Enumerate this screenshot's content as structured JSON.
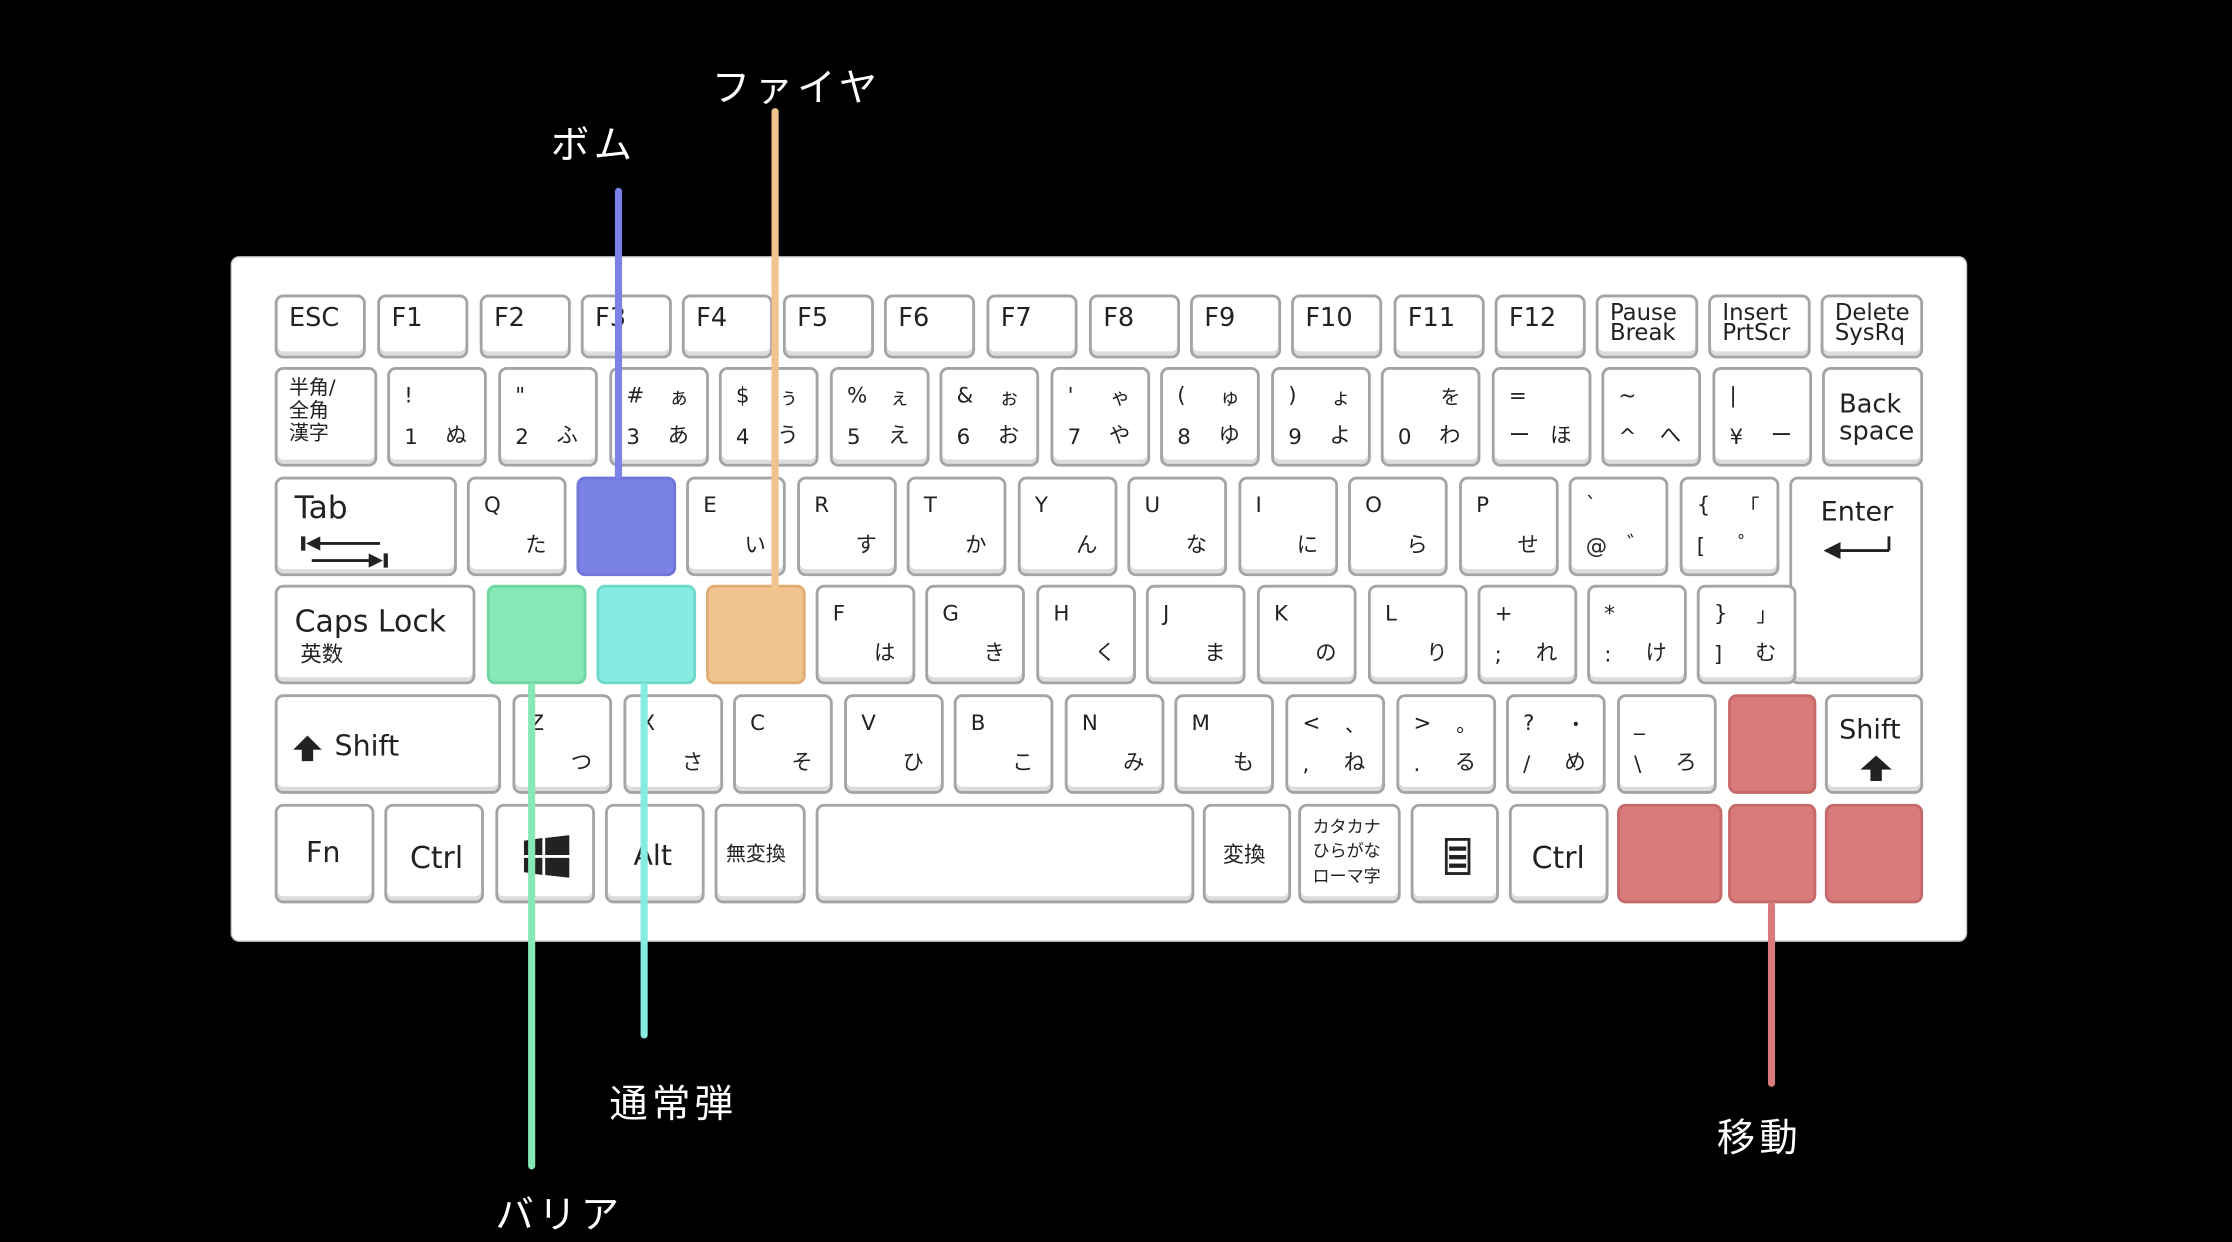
{
  "callouts": {
    "fire": {
      "label": "ファイヤ",
      "color": "#f0c48c"
    },
    "bomb": {
      "label": "ボム",
      "color": "#7b82e6"
    },
    "barrier": {
      "label": "バリア",
      "color": "#86e8b4"
    },
    "normal_bullet": {
      "label": "通常弾",
      "color": "#86ebe0"
    },
    "move": {
      "label": "移動",
      "color": "#d97b7b"
    }
  },
  "keys": {
    "esc": "ESC",
    "f1": "F1",
    "f2": "F2",
    "f3": "F3",
    "f4": "F4",
    "f5": "F5",
    "f6": "F6",
    "f7": "F7",
    "f8": "F8",
    "f9": "F9",
    "f10": "F10",
    "f11": "F11",
    "f12": "F12",
    "pause": "Pause\nBreak",
    "insert": "Insert\nPrtScr",
    "delete": "Delete\nSysRq",
    "hankaku": "半角/\n全角\n漢字",
    "n1": {
      "tl": "!",
      "bl": "1",
      "br": "ぬ"
    },
    "n2": {
      "tl": "\"",
      "bl": "2",
      "br": "ふ"
    },
    "n3": {
      "tl": "#",
      "tr": "ぁ",
      "bl": "3",
      "br": "あ"
    },
    "n4": {
      "tl": "$",
      "tr": "ぅ",
      "bl": "4",
      "br": "う"
    },
    "n5": {
      "tl": "%",
      "tr": "ぇ",
      "bl": "5",
      "br": "え"
    },
    "n6": {
      "tl": "&",
      "tr": "ぉ",
      "bl": "6",
      "br": "お"
    },
    "n7": {
      "tl": "'",
      "tr": "ゃ",
      "bl": "7",
      "br": "や"
    },
    "n8": {
      "tl": "(",
      "tr": "ゅ",
      "bl": "8",
      "br": "ゆ"
    },
    "n9": {
      "tl": ")",
      "tr": "ょ",
      "bl": "9",
      "br": "よ"
    },
    "n0": {
      "tr": "を",
      "bl": "0",
      "br": "わ"
    },
    "minus": {
      "tl": "=",
      "bl": "ー",
      "br": "ほ"
    },
    "caret": {
      "tl": "~",
      "bl": "^",
      "br": "へ"
    },
    "yen": {
      "tl": "|",
      "bl": "¥",
      "br": "ー"
    },
    "backspace": "Back\nspace",
    "tab": "Tab",
    "q": {
      "tl": "Q",
      "br": "た"
    },
    "e": {
      "tl": "E",
      "br": "い"
    },
    "r": {
      "tl": "R",
      "br": "す"
    },
    "t": {
      "tl": "T",
      "br": "か"
    },
    "y": {
      "tl": "Y",
      "br": "ん"
    },
    "u": {
      "tl": "U",
      "br": "な"
    },
    "i": {
      "tl": "I",
      "br": "に"
    },
    "o": {
      "tl": "O",
      "br": "ら"
    },
    "p": {
      "tl": "P",
      "br": "せ"
    },
    "at": {
      "tl": "`",
      "bl": "@",
      "br": "゛"
    },
    "lbracket": {
      "tl": "{",
      "tr": "「",
      "bl": "[",
      "br": "゜"
    },
    "enter": "Enter",
    "capslock": "Caps Lock",
    "capslock_sub": "英数",
    "f": {
      "tl": "F",
      "br": "は"
    },
    "g": {
      "tl": "G",
      "br": "き"
    },
    "h": {
      "tl": "H",
      "br": "く"
    },
    "j": {
      "tl": "J",
      "br": "ま"
    },
    "k": {
      "tl": "K",
      "br": "の"
    },
    "l": {
      "tl": "L",
      "br": "り"
    },
    "semicolon": {
      "tl": "+",
      "bl": ";",
      "br": "れ"
    },
    "colon": {
      "tl": "*",
      "bl": ":",
      "br": "け"
    },
    "rbracket": {
      "tl": "}",
      "tr": "」",
      "bl": "]",
      "br": "む"
    },
    "shift": "Shift",
    "z": {
      "tl": "Z",
      "br": "つ"
    },
    "x": {
      "tl": "X",
      "br": "さ"
    },
    "c": {
      "tl": "C",
      "br": "そ"
    },
    "v": {
      "tl": "V",
      "br": "ひ"
    },
    "b": {
      "tl": "B",
      "br": "こ"
    },
    "n": {
      "tl": "N",
      "br": "み"
    },
    "m": {
      "tl": "M",
      "br": "も"
    },
    "comma": {
      "tl": "<",
      "tr": "、",
      "bl": ",",
      "br": "ね"
    },
    "period": {
      "tl": ">",
      "tr": "。",
      "bl": ".",
      "br": "る"
    },
    "slash": {
      "tl": "?",
      "tr": "・",
      "bl": "/",
      "br": "め"
    },
    "backslash": {
      "tl": "_",
      "bl": "\\",
      "br": "ろ"
    },
    "fn": "Fn",
    "ctrl": "Ctrl",
    "alt": "Alt",
    "muhenkan": "無変換",
    "henkan": "変換",
    "katakana": "カタカナ\nひらがな\nローマ字"
  }
}
